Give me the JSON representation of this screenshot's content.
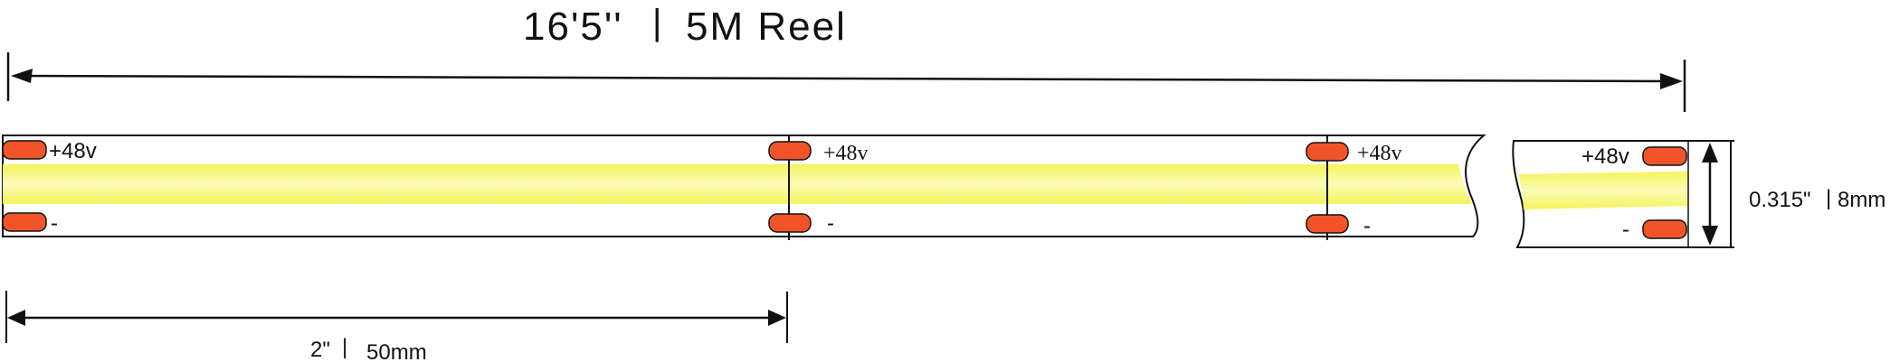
{
  "title": {
    "imperial": "16'5''",
    "separator": "|",
    "metric": "5M Reel"
  },
  "pad_labels": {
    "positive": "+48v",
    "negative": "-"
  },
  "cut_spacing": {
    "imperial": "2\"",
    "separator": "|",
    "metric": "50mm"
  },
  "width": {
    "imperial": "0.315\"",
    "separator": "|",
    "metric": "8mm"
  },
  "colors": {
    "outline": "#111111",
    "led_strip": "#f7f77a",
    "solder_pad": "#f2542a",
    "background": "#ffffff"
  }
}
